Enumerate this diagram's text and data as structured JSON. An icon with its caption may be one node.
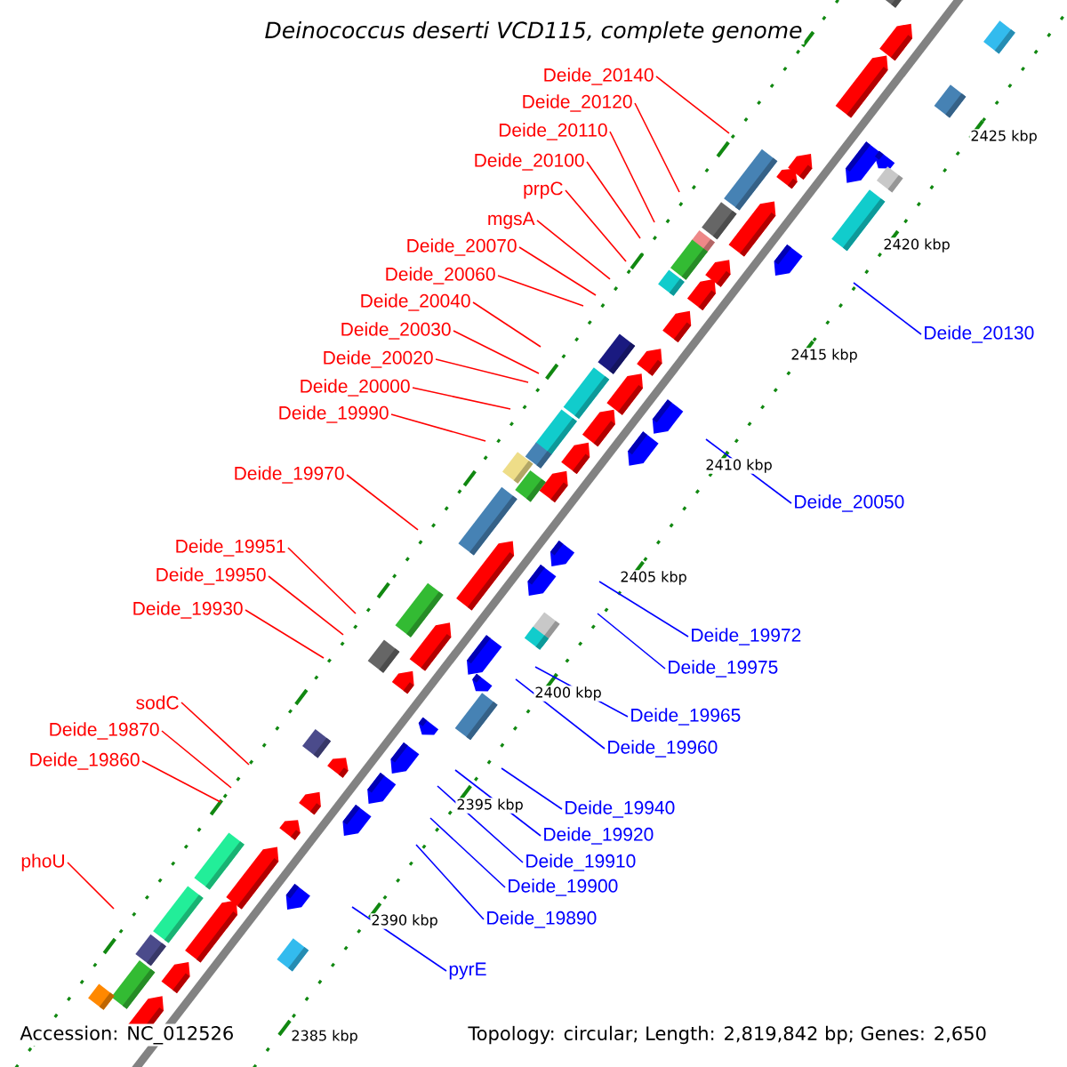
{
  "diagram": {
    "title": "Deinococcus deserti VCD115, complete genome",
    "nodes": [
      {
        "text": [
          "Deide_20140"
        ]
      },
      {
        "text": [
          "Deide_20120"
        ]
      },
      {
        "text": [
          "Deide_20110"
        ]
      },
      {
        "text": [
          "Deide_20100"
        ]
      },
      {
        "text": [
          "prpC"
        ]
      },
      {
        "text": [
          "mgsA"
        ]
      },
      {
        "text": [
          "Deide_20070"
        ]
      },
      {
        "text": [
          "Deide_20060"
        ]
      },
      {
        "text": [
          "Deide_20040"
        ]
      },
      {
        "text": [
          "Deide_20030"
        ]
      },
      {
        "text": [
          "Deide_20130"
        ]
      },
      {
        "text": [
          "Deide_20020"
        ]
      },
      {
        "text": [
          "Deide_20000"
        ]
      },
      {
        "text": [
          "Deide_19990"
        ]
      },
      {
        "text": [
          "Deide_19970"
        ]
      },
      {
        "text": [
          "Deide_20050"
        ]
      },
      {
        "text": [
          "Deide_19951"
        ]
      },
      {
        "text": [
          "Deide_19950"
        ]
      },
      {
        "text": [
          "Deide_19930"
        ]
      },
      {
        "text": [
          "Deide_19972"
        ]
      },
      {
        "text": [
          "Deide_19975"
        ]
      },
      {
        "text": [
          "sodC"
        ]
      },
      {
        "text": [
          "Deide_19965"
        ]
      },
      {
        "text": [
          "Deide_19870"
        ]
      },
      {
        "text": [
          "Deide_19960"
        ]
      },
      {
        "text": [
          "Deide_19860"
        ]
      },
      {
        "text": [
          "Deide_19940"
        ]
      },
      {
        "text": [
          "Deide_19920"
        ]
      },
      {
        "text": [
          "Deide_19910"
        ]
      },
      {
        "text": [
          "phoU"
        ]
      },
      {
        "text": [
          "Deide_19900"
        ]
      },
      {
        "text": [
          "Deide_19890"
        ]
      },
      {
        "text": [
          "pyrE"
        ]
      }
    ],
    "edges": [
      {
        "from": 0,
        "to": null,
        "arrow": "none"
      },
      {
        "from": 1,
        "to": null,
        "arrow": "none"
      },
      {
        "from": 2,
        "to": null,
        "arrow": "none"
      },
      {
        "from": 3,
        "to": null,
        "arrow": "none"
      },
      {
        "from": 4,
        "to": null,
        "arrow": "none"
      },
      {
        "from": 5,
        "to": null,
        "arrow": "none"
      },
      {
        "from": 6,
        "to": null,
        "arrow": "none"
      },
      {
        "from": 7,
        "to": null,
        "arrow": "none"
      },
      {
        "from": 8,
        "to": null,
        "arrow": "none"
      },
      {
        "from": 9,
        "to": null,
        "arrow": "none"
      },
      {
        "from": 10,
        "to": null,
        "arrow": "none",
        "color": "#0000ff"
      },
      {
        "from": 11,
        "to": null,
        "arrow": "none"
      },
      {
        "from": 12,
        "to": null,
        "arrow": "none"
      },
      {
        "from": 13,
        "to": null,
        "arrow": "none"
      },
      {
        "from": 14,
        "to": null,
        "arrow": "none"
      },
      {
        "from": 15,
        "to": null,
        "arrow": "none",
        "color": "#0000ff"
      },
      {
        "from": 16,
        "to": null,
        "arrow": "none"
      },
      {
        "from": 17,
        "to": null,
        "arrow": "none"
      },
      {
        "from": 18,
        "to": null,
        "arrow": "none"
      },
      {
        "from": 19,
        "to": null,
        "arrow": "none",
        "color": "#0000ff"
      },
      {
        "from": 20,
        "to": null,
        "arrow": "none",
        "color": "#0000ff"
      },
      {
        "from": 21,
        "to": null,
        "arrow": "none"
      },
      {
        "from": 22,
        "to": null,
        "arrow": "none",
        "color": "#0000ff"
      },
      {
        "from": 23,
        "to": null,
        "arrow": "none"
      },
      {
        "from": 24,
        "to": null,
        "arrow": "none",
        "color": "#0000ff"
      },
      {
        "from": 25,
        "to": null,
        "arrow": "none"
      },
      {
        "from": 26,
        "to": null,
        "arrow": "none",
        "color": "#0000ff"
      },
      {
        "from": 27,
        "to": null,
        "arrow": "none",
        "color": "#0000ff"
      },
      {
        "from": 28,
        "to": null,
        "arrow": "none",
        "color": "#0000ff"
      },
      {
        "from": 29,
        "to": null,
        "arrow": "none"
      },
      {
        "from": 30,
        "to": null,
        "arrow": "none",
        "color": "#0000ff"
      },
      {
        "from": 31,
        "to": null,
        "arrow": "none",
        "color": "#0000ff"
      },
      {
        "from": 32,
        "to": null,
        "arrow": "none",
        "color": "#0000ff"
      }
    ],
    "labels": [
      "2425 kbp",
      "2420 kbp",
      "2415 kbp",
      "2410 kbp",
      "2405 kbp",
      "2400 kbp",
      "2395 kbp",
      "2390 kbp",
      "2385 kbp",
      "Accession: NC_012526",
      "Topology: circular; Length: 2,819,842 bp; Genes: 2,650"
    ]
  }
}
